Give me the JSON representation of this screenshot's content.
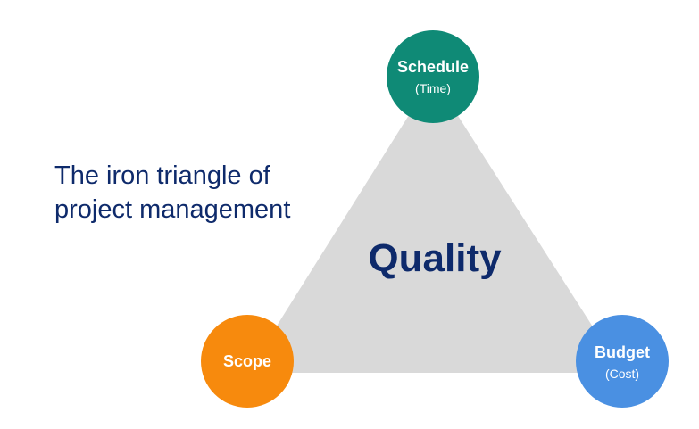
{
  "heading": {
    "line1": "The iron triangle of",
    "line2": "project management"
  },
  "center_label": "Quality",
  "nodes": {
    "schedule": {
      "label": "Schedule",
      "sub": "(Time)",
      "color": "#0f8a76"
    },
    "scope": {
      "label": "Scope",
      "sub": "",
      "color": "#f78a0d"
    },
    "budget": {
      "label": "Budget",
      "sub": "(Cost)",
      "color": "#4a90e2"
    }
  },
  "colors": {
    "triangle": "#d9d9d9",
    "heading_text": "#0e2a6b"
  }
}
